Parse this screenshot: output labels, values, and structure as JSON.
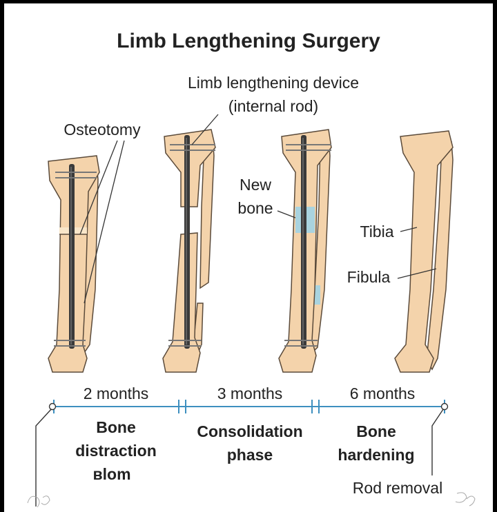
{
  "title": "Limb Lengthening Surgery",
  "labels": {
    "device_line1": "Limb lengthening device",
    "device_line2": "(internal rod)",
    "osteotomy": "Osteotomy",
    "new_bone_line1": "New",
    "new_bone_line2": "bone",
    "tibia": "Tibia",
    "fibula": "Fibula"
  },
  "durations": [
    "2 months",
    "3 months",
    "6 months"
  ],
  "phases": [
    {
      "line1": "Bone",
      "line2": "distraction",
      "line3": "ʙlom"
    },
    {
      "line1": "Consolidation",
      "line2": "phase"
    },
    {
      "line1": "Bone",
      "line2": "hardening"
    }
  ],
  "end_label": "Rod removal",
  "signatures": {
    "left": "JB",
    "right": "EW"
  },
  "colors": {
    "bone": "#f4d3ab",
    "bone_outline": "#5a4a3a",
    "rod": "#3a3a3a",
    "new_bone": "#a9d3df",
    "timeline": "#3d8fbf",
    "text": "#222222"
  }
}
